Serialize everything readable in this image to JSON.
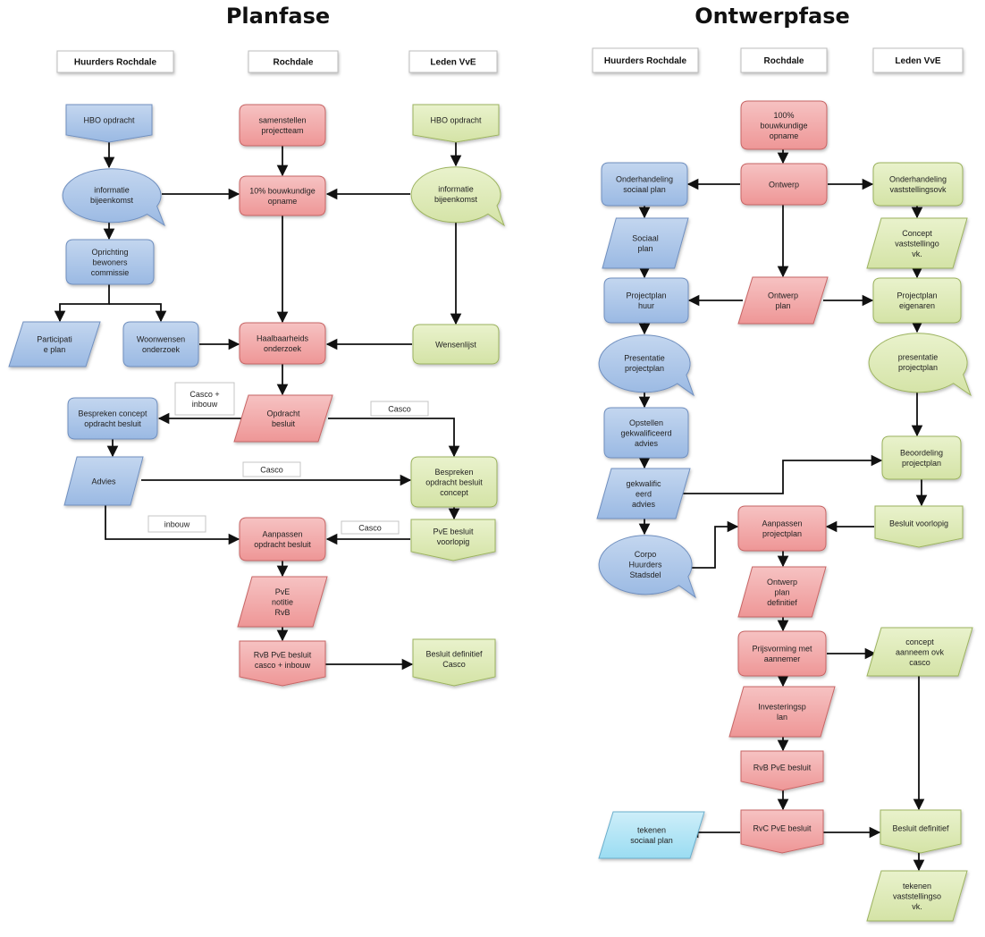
{
  "colors": {
    "blue": [
      "#c3d6ef",
      "#9ab9e3",
      "#6f8fbf"
    ],
    "red": [
      "#f6c2c2",
      "#ee9696",
      "#c76565"
    ],
    "green": [
      "#e9f2cc",
      "#d4e3a6",
      "#9cb35f"
    ],
    "cyan": [
      "#cdeef9",
      "#9adcf2",
      "#6aaecc"
    ]
  },
  "sections": [
    {
      "title": "Planfase"
    },
    {
      "title": "Ontwerpfase"
    }
  ],
  "headers": [
    "Huurders Rochdale",
    "Rochdale",
    "Leden VvE",
    "Huurders Rochdale",
    "Rochdale",
    "Leden VvE"
  ],
  "nodes": [
    {
      "id": "p_hbo1",
      "color": "blue",
      "shape": "doc",
      "lines": [
        "HBO opdracht"
      ]
    },
    {
      "id": "p_samen",
      "color": "red",
      "shape": "rect",
      "lines": [
        "samenstellen",
        "projectteam"
      ]
    },
    {
      "id": "p_hbo2",
      "color": "green",
      "shape": "doc",
      "lines": [
        "HBO opdracht"
      ]
    },
    {
      "id": "p_info1",
      "color": "blue",
      "shape": "bubble",
      "lines": [
        "informatie",
        "bijeenkomst"
      ]
    },
    {
      "id": "p_10",
      "color": "red",
      "shape": "rect",
      "lines": [
        "10% bouwkundige",
        "opname"
      ]
    },
    {
      "id": "p_info2",
      "color": "green",
      "shape": "bubble",
      "lines": [
        "informatie",
        "bijeenkomst"
      ]
    },
    {
      "id": "p_oprich",
      "color": "blue",
      "shape": "rect",
      "lines": [
        "Oprichting",
        "bewoners",
        "commissie"
      ]
    },
    {
      "id": "p_partic",
      "color": "blue",
      "shape": "para",
      "lines": [
        "Participati",
        "e plan"
      ]
    },
    {
      "id": "p_woon",
      "color": "blue",
      "shape": "rect",
      "lines": [
        "Woonwensen",
        "onderzoek"
      ]
    },
    {
      "id": "p_haal",
      "color": "red",
      "shape": "rect",
      "lines": [
        "Haalbaarheids",
        "onderzoek"
      ]
    },
    {
      "id": "p_wens",
      "color": "green",
      "shape": "rect",
      "lines": [
        "Wensenlijst"
      ]
    },
    {
      "id": "p_besp1",
      "color": "blue",
      "shape": "rect",
      "lines": [
        "Bespreken concept",
        "opdracht besluit"
      ]
    },
    {
      "id": "p_opdr",
      "color": "red",
      "shape": "para",
      "lines": [
        "Opdracht",
        "besluit"
      ]
    },
    {
      "id": "p_advies",
      "color": "blue",
      "shape": "para",
      "lines": [
        "Advies"
      ]
    },
    {
      "id": "p_besp2",
      "color": "green",
      "shape": "rect",
      "lines": [
        "Bespreken",
        "opdracht besluit",
        "concept"
      ]
    },
    {
      "id": "p_aanp",
      "color": "red",
      "shape": "rect",
      "lines": [
        "Aanpassen",
        "opdracht besluit"
      ]
    },
    {
      "id": "p_pvev",
      "color": "green",
      "shape": "pent",
      "lines": [
        "PvE besluit",
        "voorlopig"
      ]
    },
    {
      "id": "p_pvenot",
      "color": "red",
      "shape": "para",
      "lines": [
        "PvE",
        "notitie",
        "RvB"
      ]
    },
    {
      "id": "p_rvb",
      "color": "red",
      "shape": "pent",
      "lines": [
        "RvB PvE besluit",
        "casco + inbouw"
      ]
    },
    {
      "id": "p_besdef",
      "color": "green",
      "shape": "pent",
      "lines": [
        "Besluit  definitief",
        "Casco"
      ]
    },
    {
      "id": "o_100",
      "color": "red",
      "shape": "rect",
      "lines": [
        "100%",
        "bouwkundige",
        "opname"
      ]
    },
    {
      "id": "o_ondsoc",
      "color": "blue",
      "shape": "rect",
      "lines": [
        "Onderhandeling",
        "sociaal plan"
      ]
    },
    {
      "id": "o_ontw",
      "color": "red",
      "shape": "rect",
      "lines": [
        "Ontwerp"
      ]
    },
    {
      "id": "o_ondvas",
      "color": "green",
      "shape": "rect",
      "lines": [
        "Onderhandeling",
        "vaststellingsovk"
      ]
    },
    {
      "id": "o_socplan",
      "color": "blue",
      "shape": "para",
      "lines": [
        "Sociaal",
        "plan"
      ]
    },
    {
      "id": "o_concvast",
      "color": "green",
      "shape": "para",
      "lines": [
        "Concept",
        "vaststellingo",
        "vk."
      ]
    },
    {
      "id": "o_pphuur",
      "color": "blue",
      "shape": "rect",
      "lines": [
        "Projectplan",
        "huur"
      ]
    },
    {
      "id": "o_ontwplan",
      "color": "red",
      "shape": "para",
      "lines": [
        "Ontwerp",
        "plan"
      ]
    },
    {
      "id": "o_ppeig",
      "color": "green",
      "shape": "rect",
      "lines": [
        "Projectplan",
        "eigenaren"
      ]
    },
    {
      "id": "o_pres1",
      "color": "blue",
      "shape": "bubble",
      "lines": [
        "Presentatie",
        "projectplan"
      ]
    },
    {
      "id": "o_pres2",
      "color": "green",
      "shape": "bubble",
      "lines": [
        "presentatie",
        "projectplan"
      ]
    },
    {
      "id": "o_opst",
      "color": "blue",
      "shape": "rect",
      "lines": [
        "Opstellen",
        "gekwalificeerd",
        "advies"
      ]
    },
    {
      "id": "o_gekw",
      "color": "blue",
      "shape": "para",
      "lines": [
        "gekwalific",
        "eerd",
        "advies"
      ]
    },
    {
      "id": "o_beoord",
      "color": "green",
      "shape": "rect",
      "lines": [
        "Beoordeling",
        "projectplan"
      ]
    },
    {
      "id": "o_aanppp",
      "color": "red",
      "shape": "rect",
      "lines": [
        "Aanpassen",
        "projectplan"
      ]
    },
    {
      "id": "o_besvoor",
      "color": "green",
      "shape": "pent",
      "lines": [
        "Besluit  voorlopig"
      ]
    },
    {
      "id": "o_corpo",
      "color": "blue",
      "shape": "bubble",
      "lines": [
        "Corpo",
        "Huurders",
        "Stadsdel"
      ]
    },
    {
      "id": "o_ontwdef",
      "color": "red",
      "shape": "para",
      "lines": [
        "Ontwerp",
        "plan",
        "definitief"
      ]
    },
    {
      "id": "o_prijs",
      "color": "red",
      "shape": "rect",
      "lines": [
        "Prijsvorming met",
        "aannemer"
      ]
    },
    {
      "id": "o_concann",
      "color": "green",
      "shape": "para",
      "lines": [
        "concept",
        "aanneem ovk",
        "casco"
      ]
    },
    {
      "id": "o_invest",
      "color": "red",
      "shape": "para",
      "lines": [
        "Investeringsp",
        "lan"
      ]
    },
    {
      "id": "o_rvbpve",
      "color": "red",
      "shape": "pent",
      "lines": [
        "RvB PvE besluit"
      ]
    },
    {
      "id": "o_teksoc",
      "color": "cyan",
      "shape": "para",
      "lines": [
        "tekenen",
        "sociaal plan"
      ]
    },
    {
      "id": "o_rvcpve",
      "color": "red",
      "shape": "pent",
      "lines": [
        "RvC PvE besluit"
      ]
    },
    {
      "id": "o_besdef",
      "color": "green",
      "shape": "pent",
      "lines": [
        "Besluit  definitief"
      ]
    },
    {
      "id": "o_tekvast",
      "color": "green",
      "shape": "para",
      "lines": [
        "tekenen",
        "vaststellingso",
        "vk."
      ]
    }
  ],
  "conditions": [
    {
      "id": "c_cascoinb",
      "lines": [
        "Casco +",
        "inbouw"
      ]
    },
    {
      "id": "c_casco1",
      "lines": [
        "Casco"
      ]
    },
    {
      "id": "c_casco2",
      "lines": [
        "Casco"
      ]
    },
    {
      "id": "c_inbouw",
      "lines": [
        "inbouw"
      ]
    },
    {
      "id": "c_casco3",
      "lines": [
        "Casco"
      ]
    }
  ]
}
